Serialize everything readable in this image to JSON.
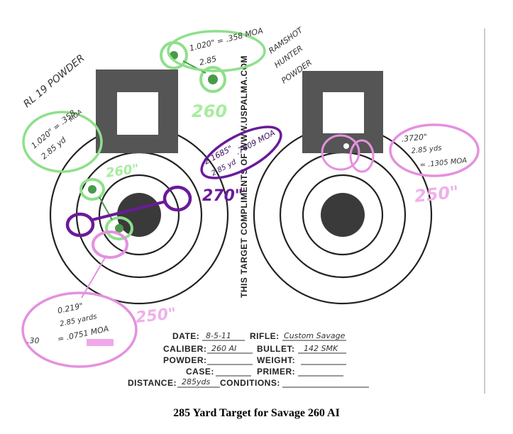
{
  "caption": "285 Yard Target for Savage 260 AI",
  "vertical_text": "THIS TARGET COMPLIMENTS OF WWW.USPALMA.COM",
  "left_powder": "RL 19 POWDER",
  "right_powder": [
    "RAMSHOT",
    "HUNTER",
    "POWDER"
  ],
  "green_top": {
    "size": "1.020\" = .358 MOA",
    "range": "2.85"
  },
  "green_left": {
    "size": "1.020\" = .358",
    "moa": "MOA",
    "range": "2.85 yd"
  },
  "green_label_260_top": "260",
  "green_label_260_mid": "260\"",
  "purple_note": {
    "size": "2.1685\"",
    "range": "2.85 yd",
    "moa": ".7609 MOA"
  },
  "purple_label": "270\"",
  "pink_left": {
    "size": "0.219\"",
    "range": "2.85 yards",
    "moa": "= .0751 MOA",
    "extra": ".30"
  },
  "pink_left_label": "250\"",
  "pink_right": {
    "size": ".3720\"",
    "range": "2.85 yds",
    "moa": "= .1305 MOA"
  },
  "pink_right_label": "250\"",
  "form": {
    "date_label": "DATE:",
    "date_value": "8-5-11",
    "rifle_label": "RIFLE:",
    "rifle_value": "Custom Savage",
    "caliber_label": "CALIBER:",
    "caliber_value": "260 AI",
    "bullet_label": "BULLET:",
    "bullet_value": "142 SMK",
    "powder_label": "POWDER:",
    "weight_label": "WEIGHT:",
    "case_label": "CASE:",
    "primer_label": "PRIMER:",
    "distance_label": "DISTANCE:",
    "distance_value": "285yds",
    "conditions_label": "CONDITIONS:"
  },
  "colors": {
    "green": "#8ee08a",
    "green_dark": "#4a9a4a",
    "purple": "#6a1a9a",
    "pink": "#e590e0",
    "ring": "#222222",
    "square": "#555555"
  }
}
